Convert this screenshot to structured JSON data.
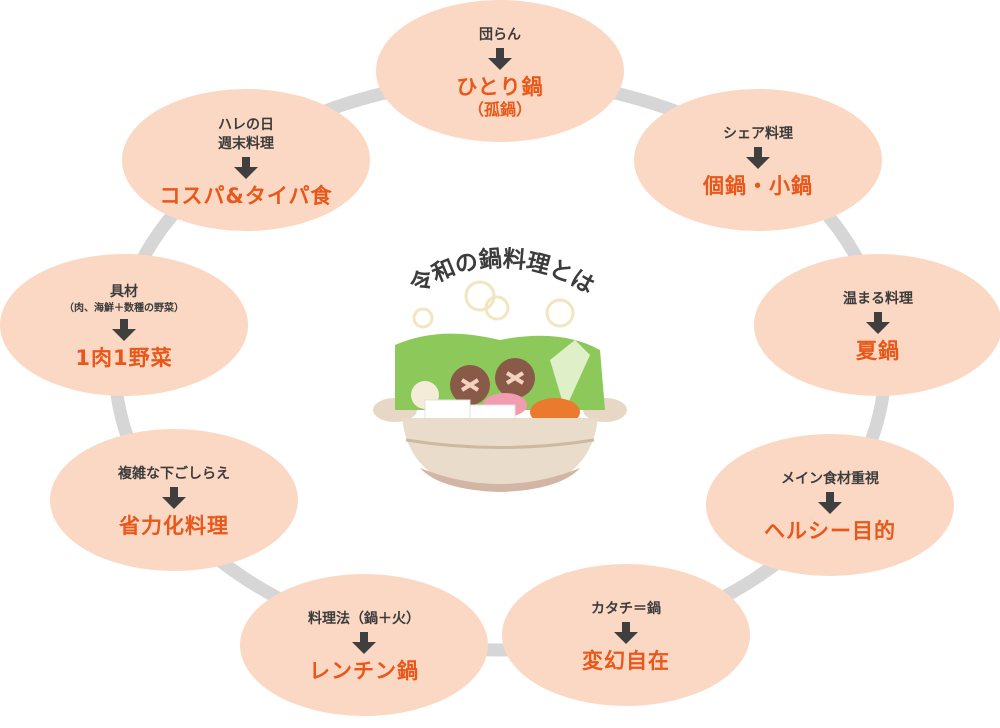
{
  "center_title": "令和の鍋料理とは",
  "colors": {
    "node_fill": "#fbd8c3",
    "accent": "#e8581a",
    "ring": "#d6d6d6",
    "text": "#3c3c3c"
  },
  "nodes": [
    {
      "from": "団らん",
      "to": "ひとり鍋",
      "to_sub": "（孤鍋）"
    },
    {
      "from": "シェア料理",
      "to": "個鍋・小鍋"
    },
    {
      "from": "温まる料理",
      "to": "夏鍋"
    },
    {
      "from": "メイン食材重視",
      "to": "ヘルシー目的"
    },
    {
      "from": "カタチ＝鍋",
      "to": "変幻自在"
    },
    {
      "from": "料理法（鍋＋火）",
      "to": "レンチン鍋"
    },
    {
      "from": "複雑な下ごしらえ",
      "to": "省力化料理"
    },
    {
      "from": "具材",
      "from_sub": "（肉、海鮮＋数種の野菜）",
      "to": "1肉1野菜"
    },
    {
      "from": "ハレの日",
      "from_line2": "週末料理",
      "to": "コスパ&タイパ食"
    }
  ]
}
